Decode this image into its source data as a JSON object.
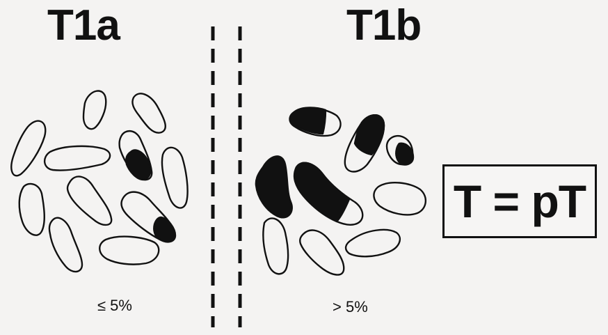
{
  "left_panel": {
    "title": "T1a",
    "threshold": "≤ 5%",
    "ink_color": "#111111"
  },
  "right_panel": {
    "title": "T1b",
    "threshold": "> 5%",
    "ink_color": "#111111"
  },
  "formula": {
    "text": "T = pT"
  },
  "divider": {
    "style": "double dashed vertical line"
  },
  "background_color": "#f4f3f2"
}
